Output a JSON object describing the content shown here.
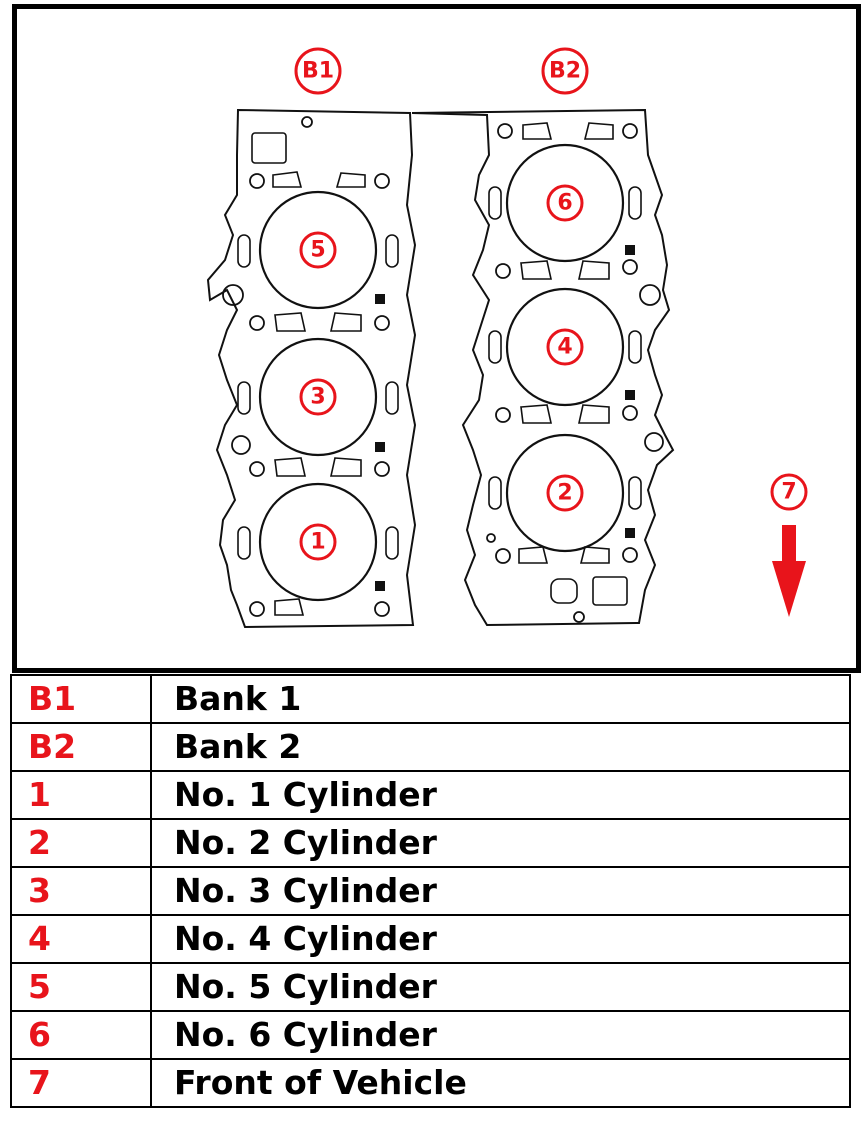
{
  "diagram": {
    "callouts": {
      "bank1": "B1",
      "bank2": "B2",
      "cyl1": "1",
      "cyl2": "2",
      "cyl3": "3",
      "cyl4": "4",
      "cyl5": "5",
      "cyl6": "6",
      "front": "7"
    },
    "colors": {
      "accent": "#e8141b",
      "line": "#111111"
    },
    "front_arrow_icon": "arrow-down-icon"
  },
  "legend": {
    "rows": [
      {
        "key": "B1",
        "label": "Bank 1"
      },
      {
        "key": "B2",
        "label": "Bank 2"
      },
      {
        "key": "1",
        "label": "No. 1 Cylinder"
      },
      {
        "key": "2",
        "label": "No. 2 Cylinder"
      },
      {
        "key": "3",
        "label": "No. 3 Cylinder"
      },
      {
        "key": "4",
        "label": "No. 4 Cylinder"
      },
      {
        "key": "5",
        "label": "No. 5 Cylinder"
      },
      {
        "key": "6",
        "label": "No. 6 Cylinder"
      },
      {
        "key": "7",
        "label": "Front of Vehicle"
      }
    ]
  }
}
